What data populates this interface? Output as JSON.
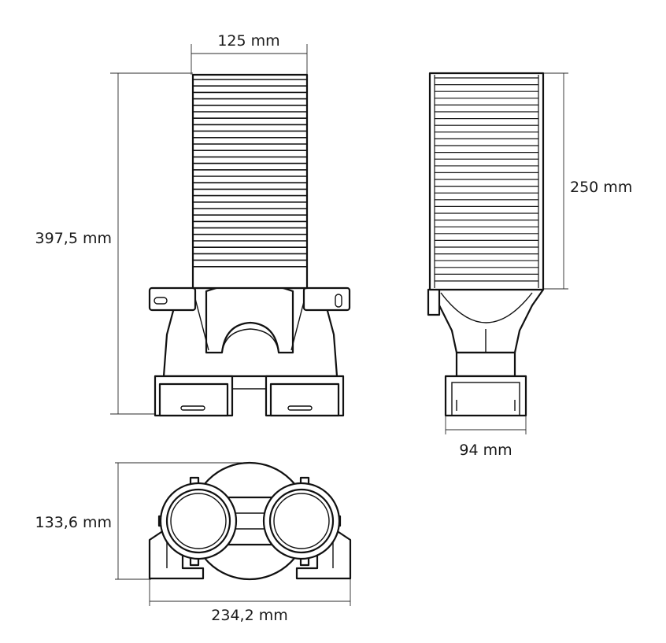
{
  "dimensions": {
    "front_width": "125 mm",
    "front_height": "397,5 mm",
    "side_height": "250 mm",
    "side_width": "94 mm",
    "top_depth": "133,6 mm",
    "top_width": "234,2 mm"
  },
  "colors": {
    "line": "#111111",
    "background": "#ffffff"
  }
}
